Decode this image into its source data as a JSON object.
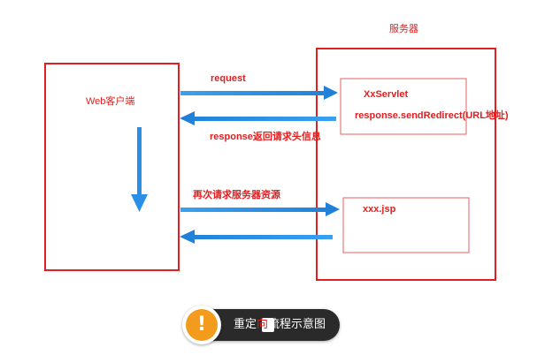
{
  "colors": {
    "box_border": "#e02020",
    "arrow": "#2a8fe6",
    "label": "#e02020",
    "badge": "#f39b1d",
    "pill": "#2a2a2a"
  },
  "labels": {
    "server_title": "服务器",
    "client_title": "Web客户端",
    "request": "request",
    "servlet": "XxServlet",
    "send_redirect": "response.sendRedirect(URL地址)",
    "response_header": "response返回请求头信息",
    "second_request": "再次请求服务器资源",
    "jsp": "xxx.jsp"
  },
  "caption": {
    "icon": "warning-icon",
    "icon_glyph": "!",
    "before": "重定",
    "highlight": "向",
    "after": "流程示意图"
  }
}
